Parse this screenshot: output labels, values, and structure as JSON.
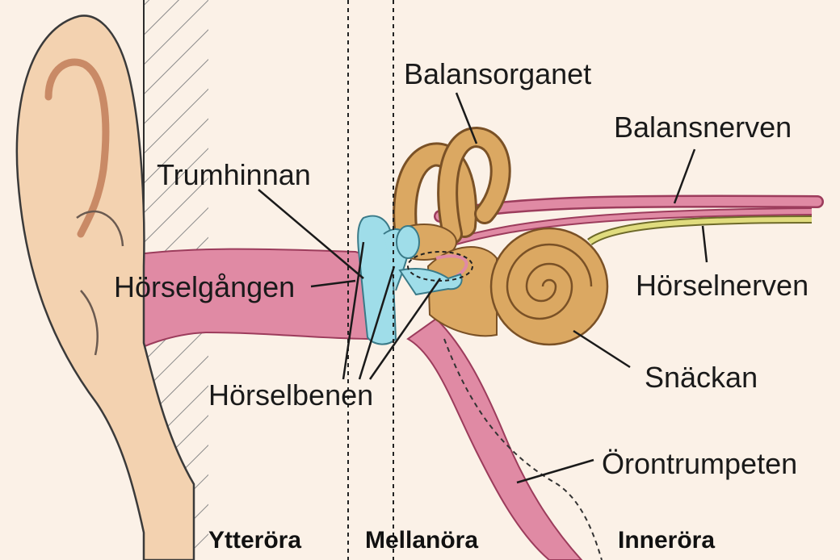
{
  "labels": {
    "balansorganet": "Balansorganet",
    "balansnerven": "Balansnerven",
    "trumhinnan": "Trumhinnan",
    "horselgangen": "Hörselgången",
    "horselnerven": "Hörselnerven",
    "snackan": "Snäckan",
    "horselbenen": "Hörselbenen",
    "orontrumpeten": "Örontrumpeten"
  },
  "zones": {
    "outer": "Ytteröra",
    "middle": "Mellanöra",
    "inner": "Inneröra"
  },
  "colors": {
    "background": "#fbf1e7",
    "skin": "#f3d2b0",
    "bone": "#dba862",
    "canal": "#e08aa4",
    "eardrum": "#9fdde9",
    "nerve": "#d86a8c",
    "cochlear_nerve": "#e0dc7e"
  }
}
